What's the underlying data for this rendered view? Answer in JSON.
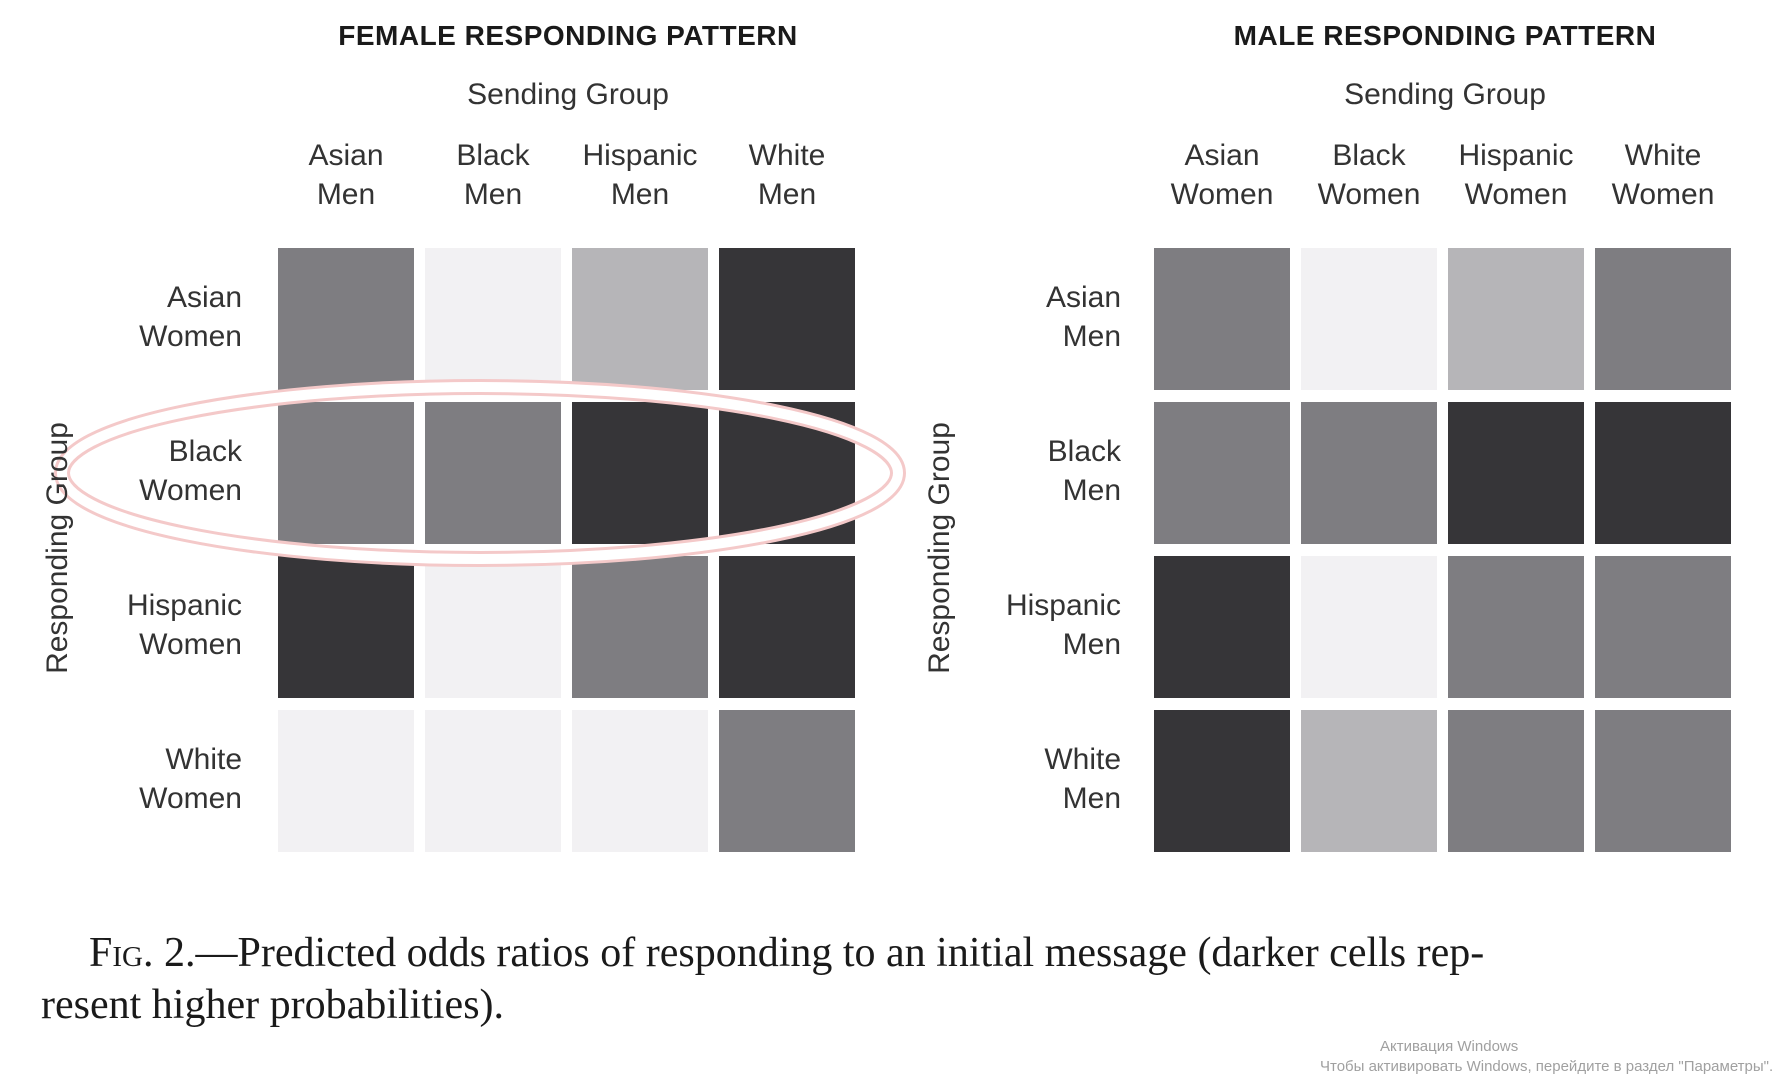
{
  "chart_data": [
    {
      "type": "heatmap",
      "title": "FEMALE RESPONDING PATTERN",
      "xlabel": "Sending Group",
      "ylabel": "Responding Group",
      "columns": [
        [
          "Asian",
          "Men"
        ],
        [
          "Black",
          "Men"
        ],
        [
          "Hispanic",
          "Men"
        ],
        [
          "White",
          "Men"
        ]
      ],
      "rows": [
        [
          "Asian",
          "Women"
        ],
        [
          "Black",
          "Women"
        ],
        [
          "Hispanic",
          "Women"
        ],
        [
          "White",
          "Women"
        ]
      ],
      "levels": [
        [
          3,
          1,
          2,
          4
        ],
        [
          3,
          3,
          4,
          4
        ],
        [
          4,
          1,
          3,
          4
        ],
        [
          1,
          1,
          1,
          3
        ]
      ],
      "highlighted_row": 1
    },
    {
      "type": "heatmap",
      "title": "MALE RESPONDING PATTERN",
      "xlabel": "Sending Group",
      "ylabel": "Responding Group",
      "columns": [
        [
          "Asian",
          "Women"
        ],
        [
          "Black",
          "Women"
        ],
        [
          "Hispanic",
          "Women"
        ],
        [
          "White",
          "Women"
        ]
      ],
      "rows": [
        [
          "Asian",
          "Men"
        ],
        [
          "Black",
          "Men"
        ],
        [
          "Hispanic",
          "Men"
        ],
        [
          "White",
          "Men"
        ]
      ],
      "levels": [
        [
          3,
          1,
          2,
          3
        ],
        [
          3,
          3,
          4,
          4
        ],
        [
          4,
          1,
          3,
          3
        ],
        [
          4,
          2,
          3,
          3
        ]
      ]
    }
  ],
  "level_colors": {
    "1": "#f2f1f3",
    "2": "#b6b5b8",
    "3": "#7e7d81",
    "4": "#363538"
  },
  "caption": {
    "fig": "Fig. 2.",
    "text": "—Predicted odds ratios of responding to an initial message (darker cells rep-",
    "line2": "resent higher probabilities)."
  },
  "watermark": {
    "line1": "Активация Windows",
    "line2": "Чтобы активировать Windows, перейдите в раздел \"Параметры\"."
  }
}
